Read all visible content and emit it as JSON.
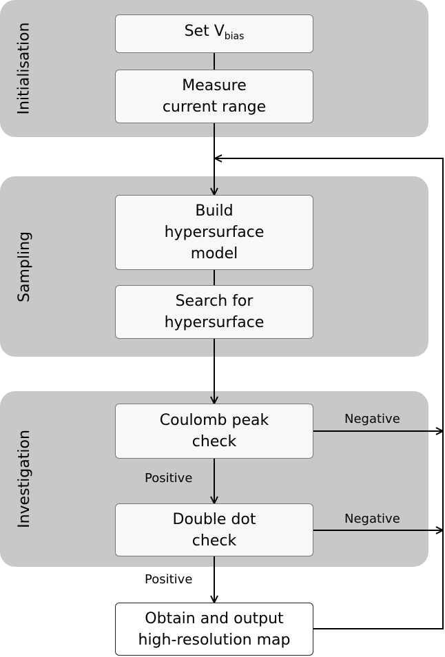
{
  "stages": {
    "initialisation": "Initialisation",
    "sampling": "Sampling",
    "investigation": "Investigation"
  },
  "boxes": {
    "set_vbias": {
      "main": "Set V",
      "subscript": "bias"
    },
    "measure_current": {
      "line1": "Measure",
      "line2": "current range"
    },
    "build_model": {
      "line1": "Build",
      "line2": "hypersurface",
      "line3": "model"
    },
    "search_hypersurface": {
      "line1": "Search for",
      "line2": "hypersurface"
    },
    "coulomb_check": {
      "line1": "Coulomb peak",
      "line2": "check"
    },
    "double_dot_check": {
      "line1": "Double dot",
      "line2": "check"
    },
    "output_map": {
      "line1": "Obtain and output",
      "line2": "high-resolution map"
    }
  },
  "edges": {
    "coulomb_negative": "Negative",
    "coulomb_positive": "Positive",
    "double_dot_negative": "Negative",
    "double_dot_positive": "Positive"
  },
  "colors": {
    "stage_background": "#c8c8c8",
    "box_fill": "#f8f8f8",
    "line": "#000000"
  }
}
